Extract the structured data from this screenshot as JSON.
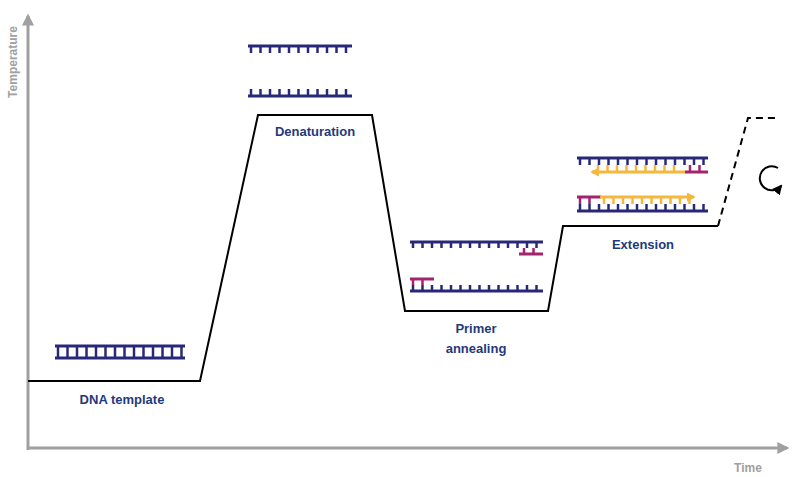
{
  "diagram": {
    "labels": [
      "Temperature",
      "DNA template",
      "Denaturation",
      "Primer annealing",
      "Extension",
      "Time"
    ]
  }
}
